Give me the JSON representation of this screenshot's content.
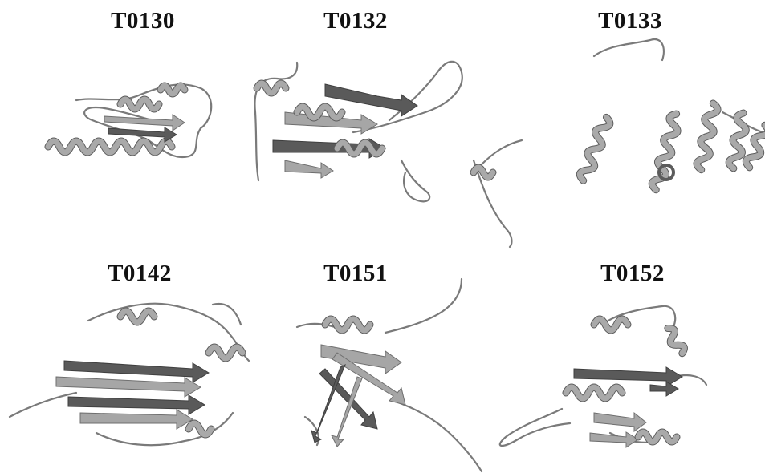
{
  "panels": [
    {
      "label": "T0130"
    },
    {
      "label": "T0132"
    },
    {
      "label": "T0133"
    },
    {
      "label": "T0142"
    },
    {
      "label": "T0151"
    },
    {
      "label": "T0152"
    }
  ],
  "colors": {
    "background": "#ffffff",
    "ribbon_dark": "#5a5a5a",
    "ribbon_light": "#a6a6a6",
    "coil": "#7a7a7a",
    "title": "#111111"
  }
}
